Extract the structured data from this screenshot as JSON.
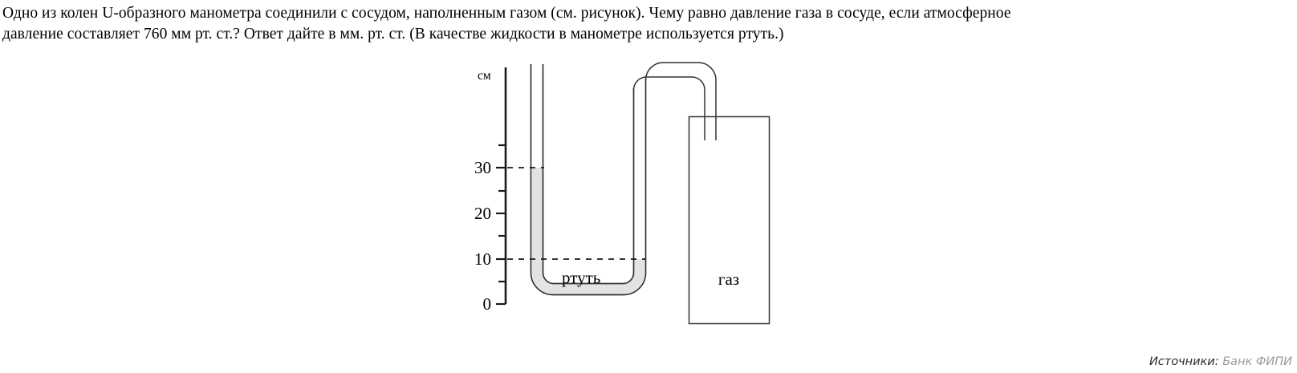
{
  "problem": {
    "line1": "Одно из колен U-образного манометра соединили с сосудом, наполненным газом (см. рисунок). Чему равно давление газа в сосуде, если атмосферное",
    "line2": "давление составляет 760 мм рт. ст.? Ответ дайте в мм. рт. ст. (В качестве жидкости в манометре используется ртуть.)"
  },
  "figure": {
    "axis_unit_label": "см",
    "tick_labels": [
      "30",
      "20",
      "10",
      "0"
    ],
    "tick_values": [
      30,
      20,
      10,
      0
    ],
    "minor_tick_values": [
      35,
      25,
      15,
      5
    ],
    "liquid_label": "ртуть",
    "vessel_label": "газ",
    "dashed_level_values": [
      30,
      10
    ],
    "mercury_color": "#e3e3e3",
    "outline_color": "#333333",
    "axis_color": "#1a1a1a"
  },
  "source": {
    "label": "Источники:",
    "value": "Банк ФИПИ"
  }
}
